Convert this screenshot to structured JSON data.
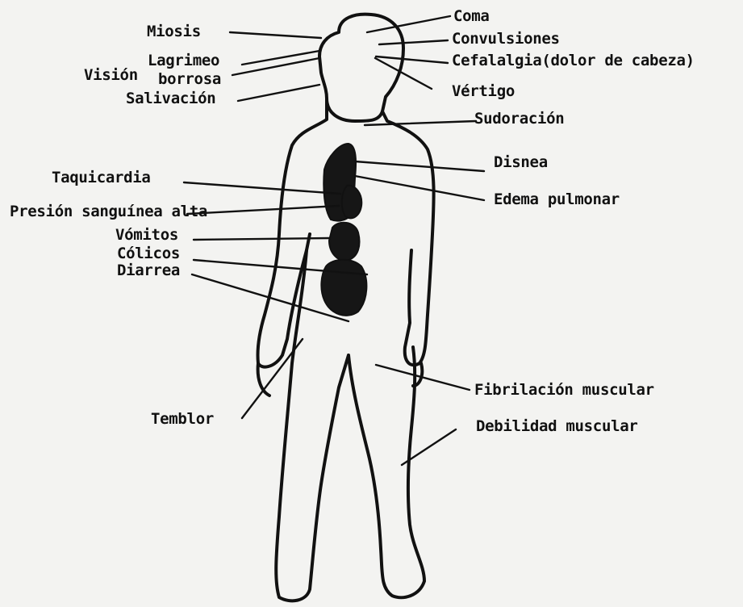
{
  "labels": {
    "miosis": "Miosis",
    "lagrimeo": "Lagrimeo",
    "vision_borrosa_1": "Visión",
    "vision_borrosa_2": "borrosa",
    "salivacion": "Salivación",
    "coma": "Coma",
    "convulsiones": "Convulsiones",
    "cefalalgia": "Cefalalgia(dolor de cabeza)",
    "vertigo": "Vértigo",
    "sudoracion": "Sudoración",
    "disnea": "Disnea",
    "taquicardia": "Taquicardia",
    "edema": "Edema pulmonar",
    "presion": "Presión sanguínea alta",
    "vomitos": "Vómitos",
    "colicos": "Cólicos",
    "diarrea": "Diarrea",
    "fibrilacion": "Fibrilación muscular",
    "temblor": "Temblor",
    "debilidad": "Debilidad muscular"
  }
}
